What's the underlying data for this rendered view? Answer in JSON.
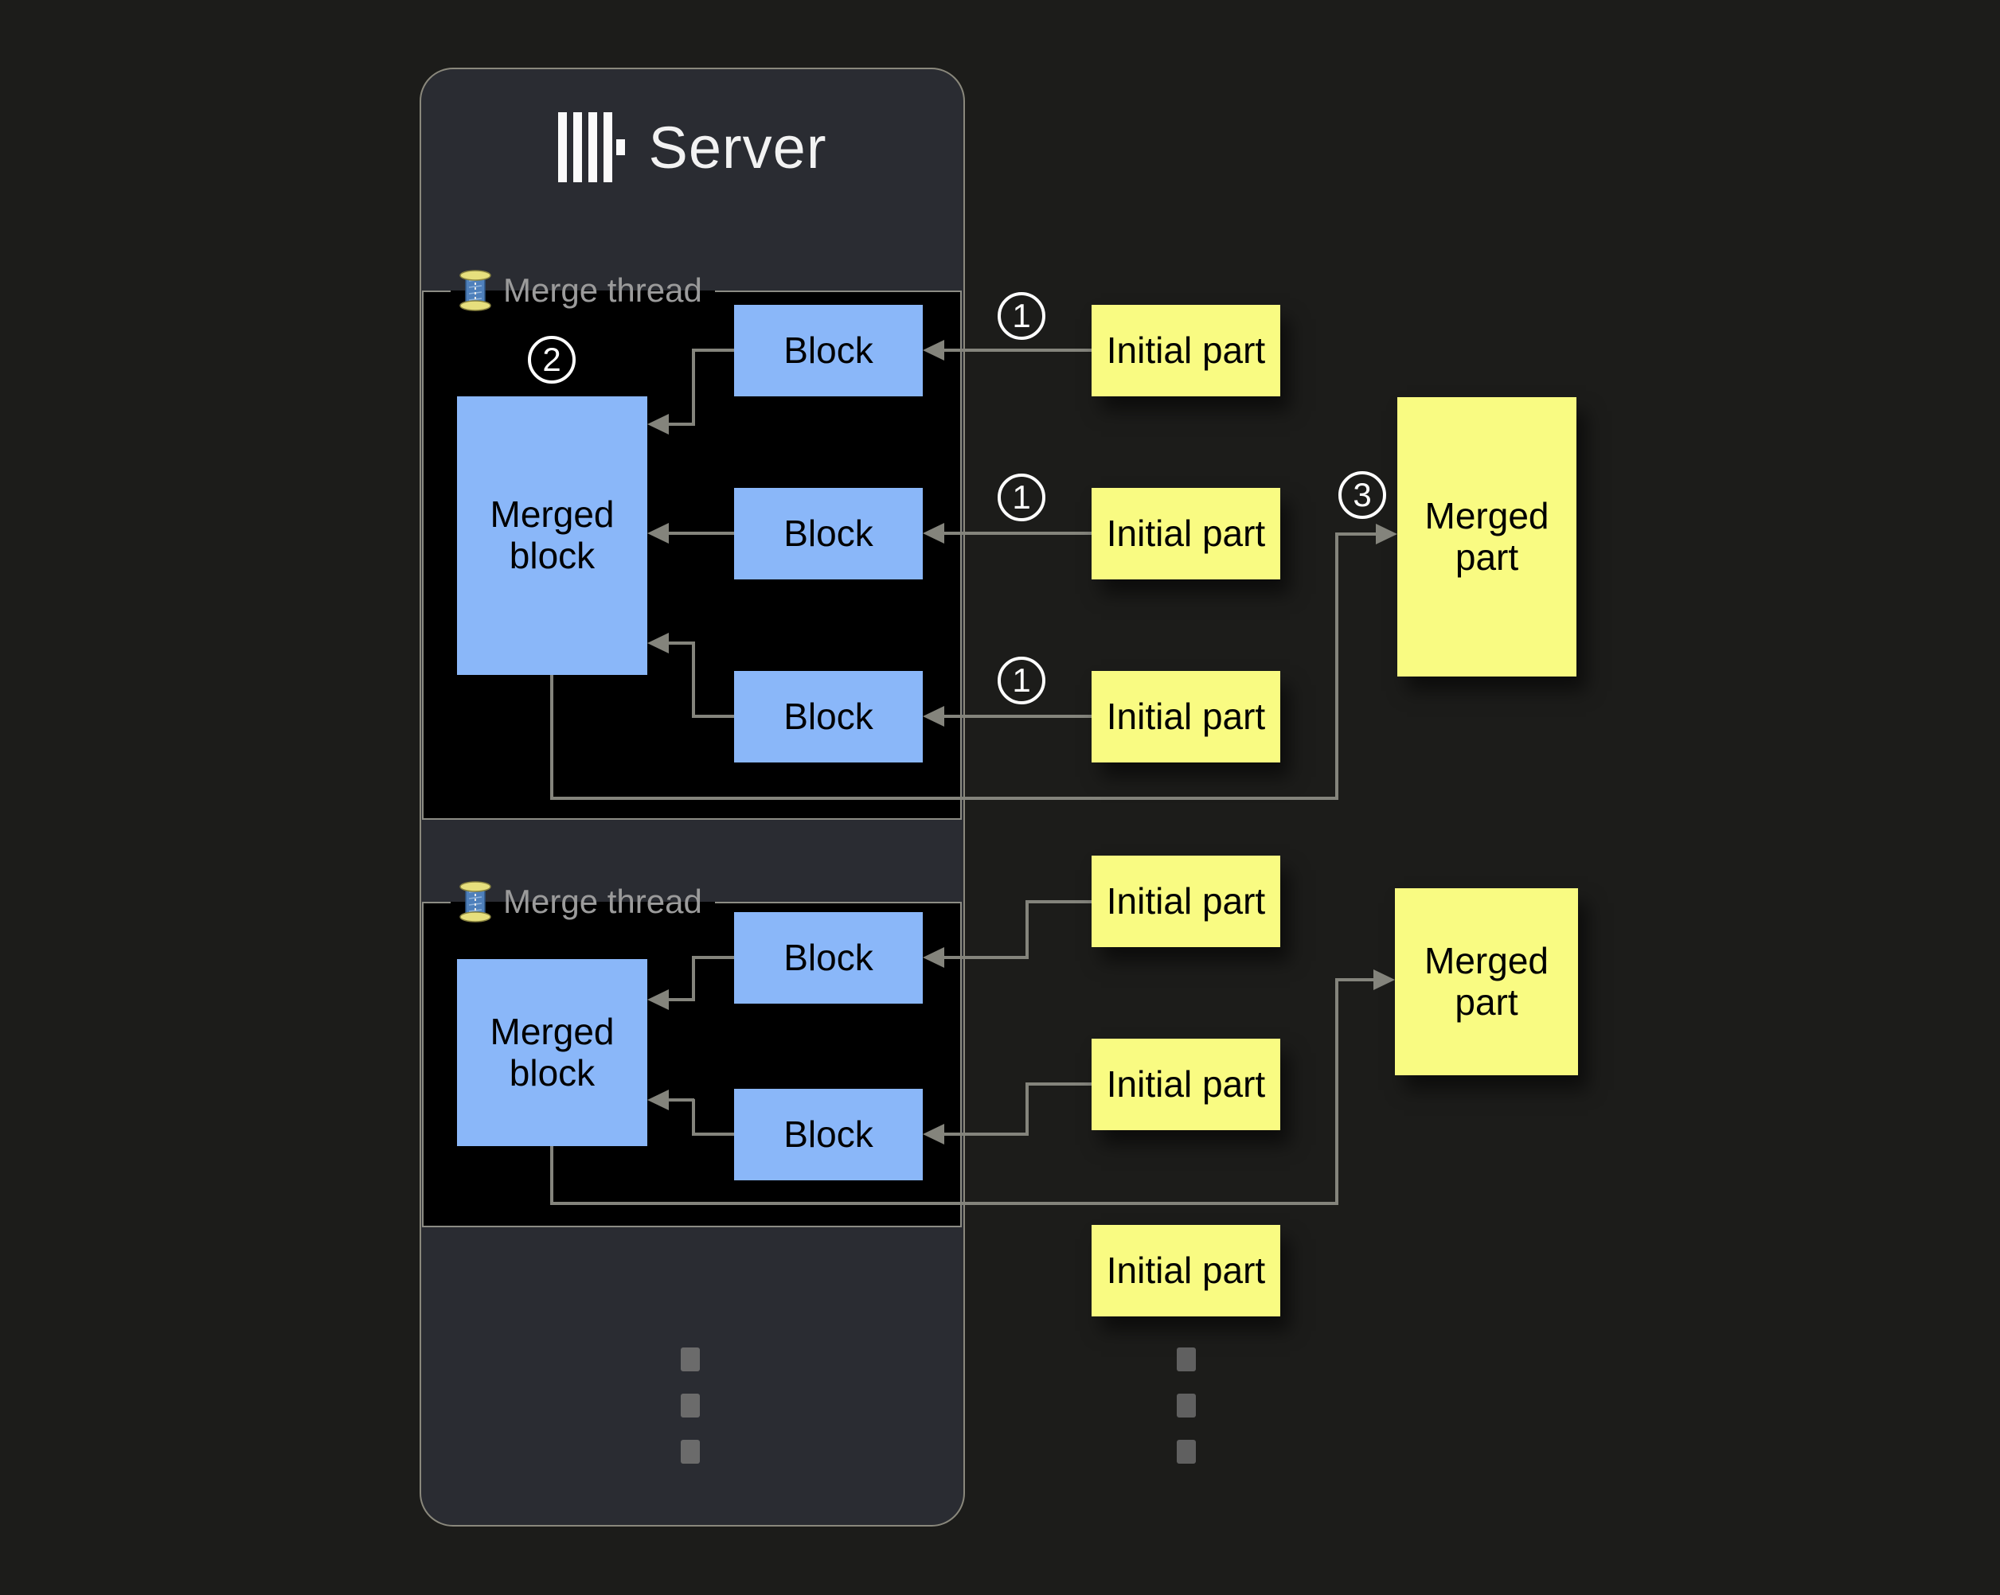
{
  "server_panel": {
    "title": "Server",
    "logo_icon": "clickhouse-logo"
  },
  "merge_threads": [
    {
      "label": "Merge thread",
      "icon": "thread-spool-icon",
      "blocks": [
        {
          "label": "Block"
        },
        {
          "label": "Block"
        },
        {
          "label": "Block"
        }
      ],
      "merged_block": {
        "label": "Merged block"
      }
    },
    {
      "label": "Merge thread",
      "icon": "thread-spool-icon",
      "blocks": [
        {
          "label": "Block"
        },
        {
          "label": "Block"
        }
      ],
      "merged_block": {
        "label": "Merged block"
      }
    }
  ],
  "initial_parts": {
    "group1": [
      {
        "label": "Initial part"
      },
      {
        "label": "Initial part"
      },
      {
        "label": "Initial part"
      }
    ],
    "group2": [
      {
        "label": "Initial part"
      },
      {
        "label": "Initial part"
      },
      {
        "label": "Initial part"
      }
    ]
  },
  "merged_parts": [
    {
      "label": "Merged part"
    },
    {
      "label": "Merged part"
    }
  ],
  "steps": {
    "insert_block": "1",
    "merge_blocks": "2",
    "write_merged_part": "3"
  },
  "colors": {
    "page_bg": "#1c1c1a",
    "panel_bg": "#2a2c32",
    "thread_box_bg": "#000000",
    "block_fill": "#8ab7f9",
    "part_fill": "#f9fb82",
    "line": "#84847c",
    "label_text": "#9b9b9b",
    "title_text": "#f2f2f2"
  }
}
